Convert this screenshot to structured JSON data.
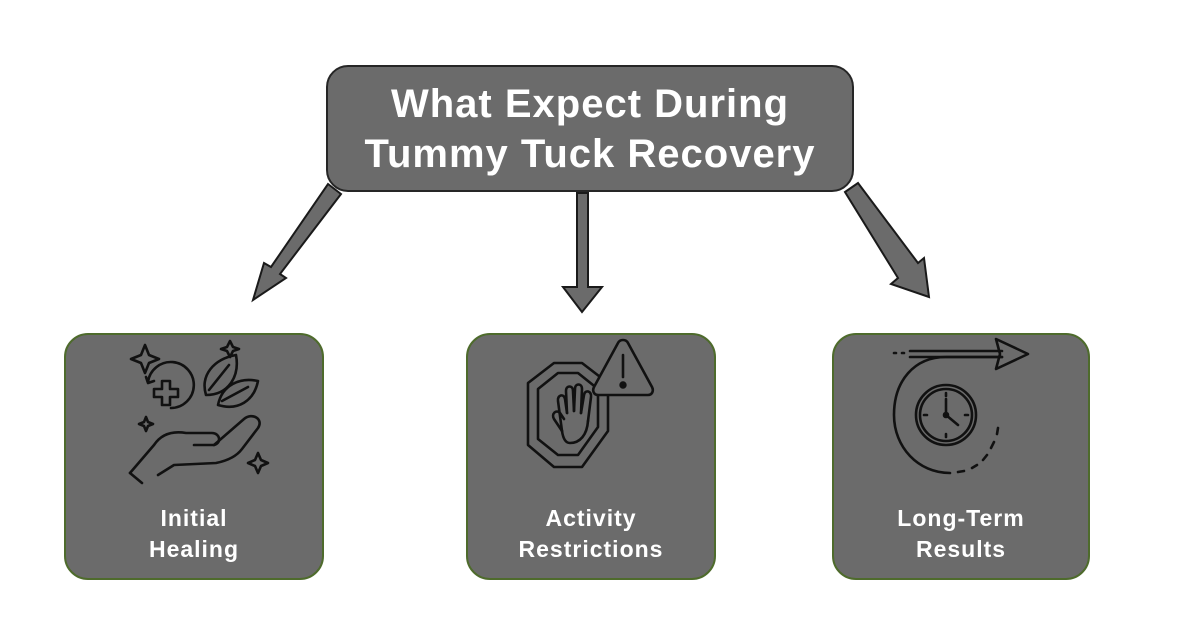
{
  "title": {
    "line1": "What Expect During",
    "line2": "Tummy Tuck Recovery"
  },
  "cards": [
    {
      "icon": "healing-hand-icon",
      "line1": "Initial",
      "line2": "Healing"
    },
    {
      "icon": "stop-hand-warning-icon",
      "line1": "Activity",
      "line2": "Restrictions"
    },
    {
      "icon": "clock-forward-arrow-icon",
      "line1": "Long-Term",
      "line2": "Results"
    }
  ],
  "colors": {
    "box_fill": "#6b6b6b",
    "title_border": "#262626",
    "card_border": "#4e6b2c",
    "arrow_fill": "#6b6b6b",
    "icon_stroke": "#111111",
    "text": "#ffffff"
  }
}
